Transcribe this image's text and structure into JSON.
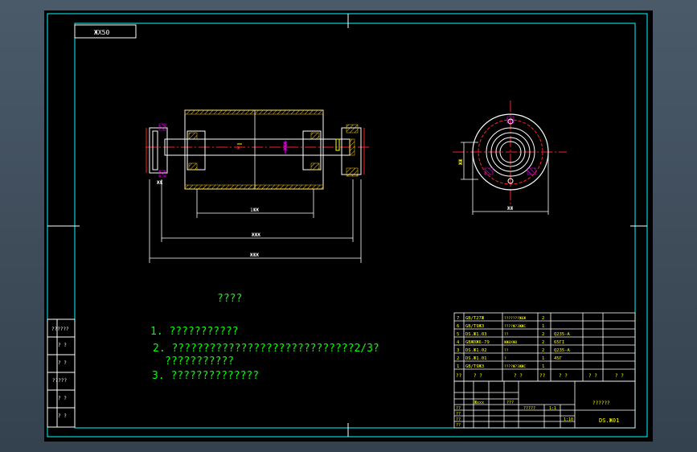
{
  "drawing": {
    "corner_code": "ЖX50",
    "notes_title": "????",
    "notes": [
      "1. ???????????",
      "2. ?????????????????????????????2/3?",
      "???????????",
      "3. ??????????????"
    ],
    "dimensions": {
      "inner_length": "1ЖЖ",
      "mid_length": "ЖЖЖ",
      "overall_length": "ЖЖЖ",
      "side_diameter": "ЖЖ",
      "side_width": "ЖЖ",
      "shaft_diameter": "ЖЖ",
      "flange_width": "ЖЖ"
    },
    "left_stamps": [
      "??????",
      "? ?",
      "? ?",
      "?????",
      "? ?",
      "? ?"
    ],
    "bom_rows": [
      {
        "no": "7",
        "code": "GB/T27Ж",
        "name": "???????Ж6Ж",
        "qty": "2",
        "material": "",
        "note": ""
      },
      {
        "no": "6",
        "code": "GB/T9Ж3",
        "name": "????Ж?3ЖЖC",
        "qty": "1",
        "material": "",
        "note": ""
      },
      {
        "no": "5",
        "code": "DS.Ж1.03",
        "name": "??",
        "qty": "2",
        "material": "Q235-A",
        "note": ""
      },
      {
        "no": "4",
        "code": "GBЖ0Ж6-79",
        "name": "ЖЖ0XЖ8",
        "qty": "2",
        "material": "65ГI",
        "note": ""
      },
      {
        "no": "3",
        "code": "DS.Ж1.02",
        "name": "??",
        "qty": "2",
        "material": "Q235-A",
        "note": ""
      },
      {
        "no": "2",
        "code": "DS.Ж1.01",
        "name": "?",
        "qty": "1",
        "material": "45Г",
        "note": ""
      },
      {
        "no": "1",
        "code": "GB/T9Ж3",
        "name": "????Ж?3ЖЖC",
        "qty": "1",
        "material": "",
        "note": ""
      }
    ],
    "bom_header": [
      "??",
      "? ?",
      "? ?",
      "??",
      "? ?",
      "? ?",
      "? ?"
    ],
    "title_block": {
      "drawing_name": "??????",
      "drawing_code": "DS.Ж01",
      "scale_label": "?????",
      "scale_value": "1:1",
      "sheet_label": "1:10",
      "rows_left": [
        "??",
        "??",
        "??",
        "??"
      ],
      "mid_a": "Жxxx",
      "mid_b": "???"
    }
  },
  "colors": {
    "frame": "#00ffff",
    "line": "#ffffff",
    "text_green": "#00ff00",
    "red": "#ff2020",
    "yellow": "#ffff00",
    "hatch": "#ffd000",
    "magenta": "#ff00ff"
  }
}
